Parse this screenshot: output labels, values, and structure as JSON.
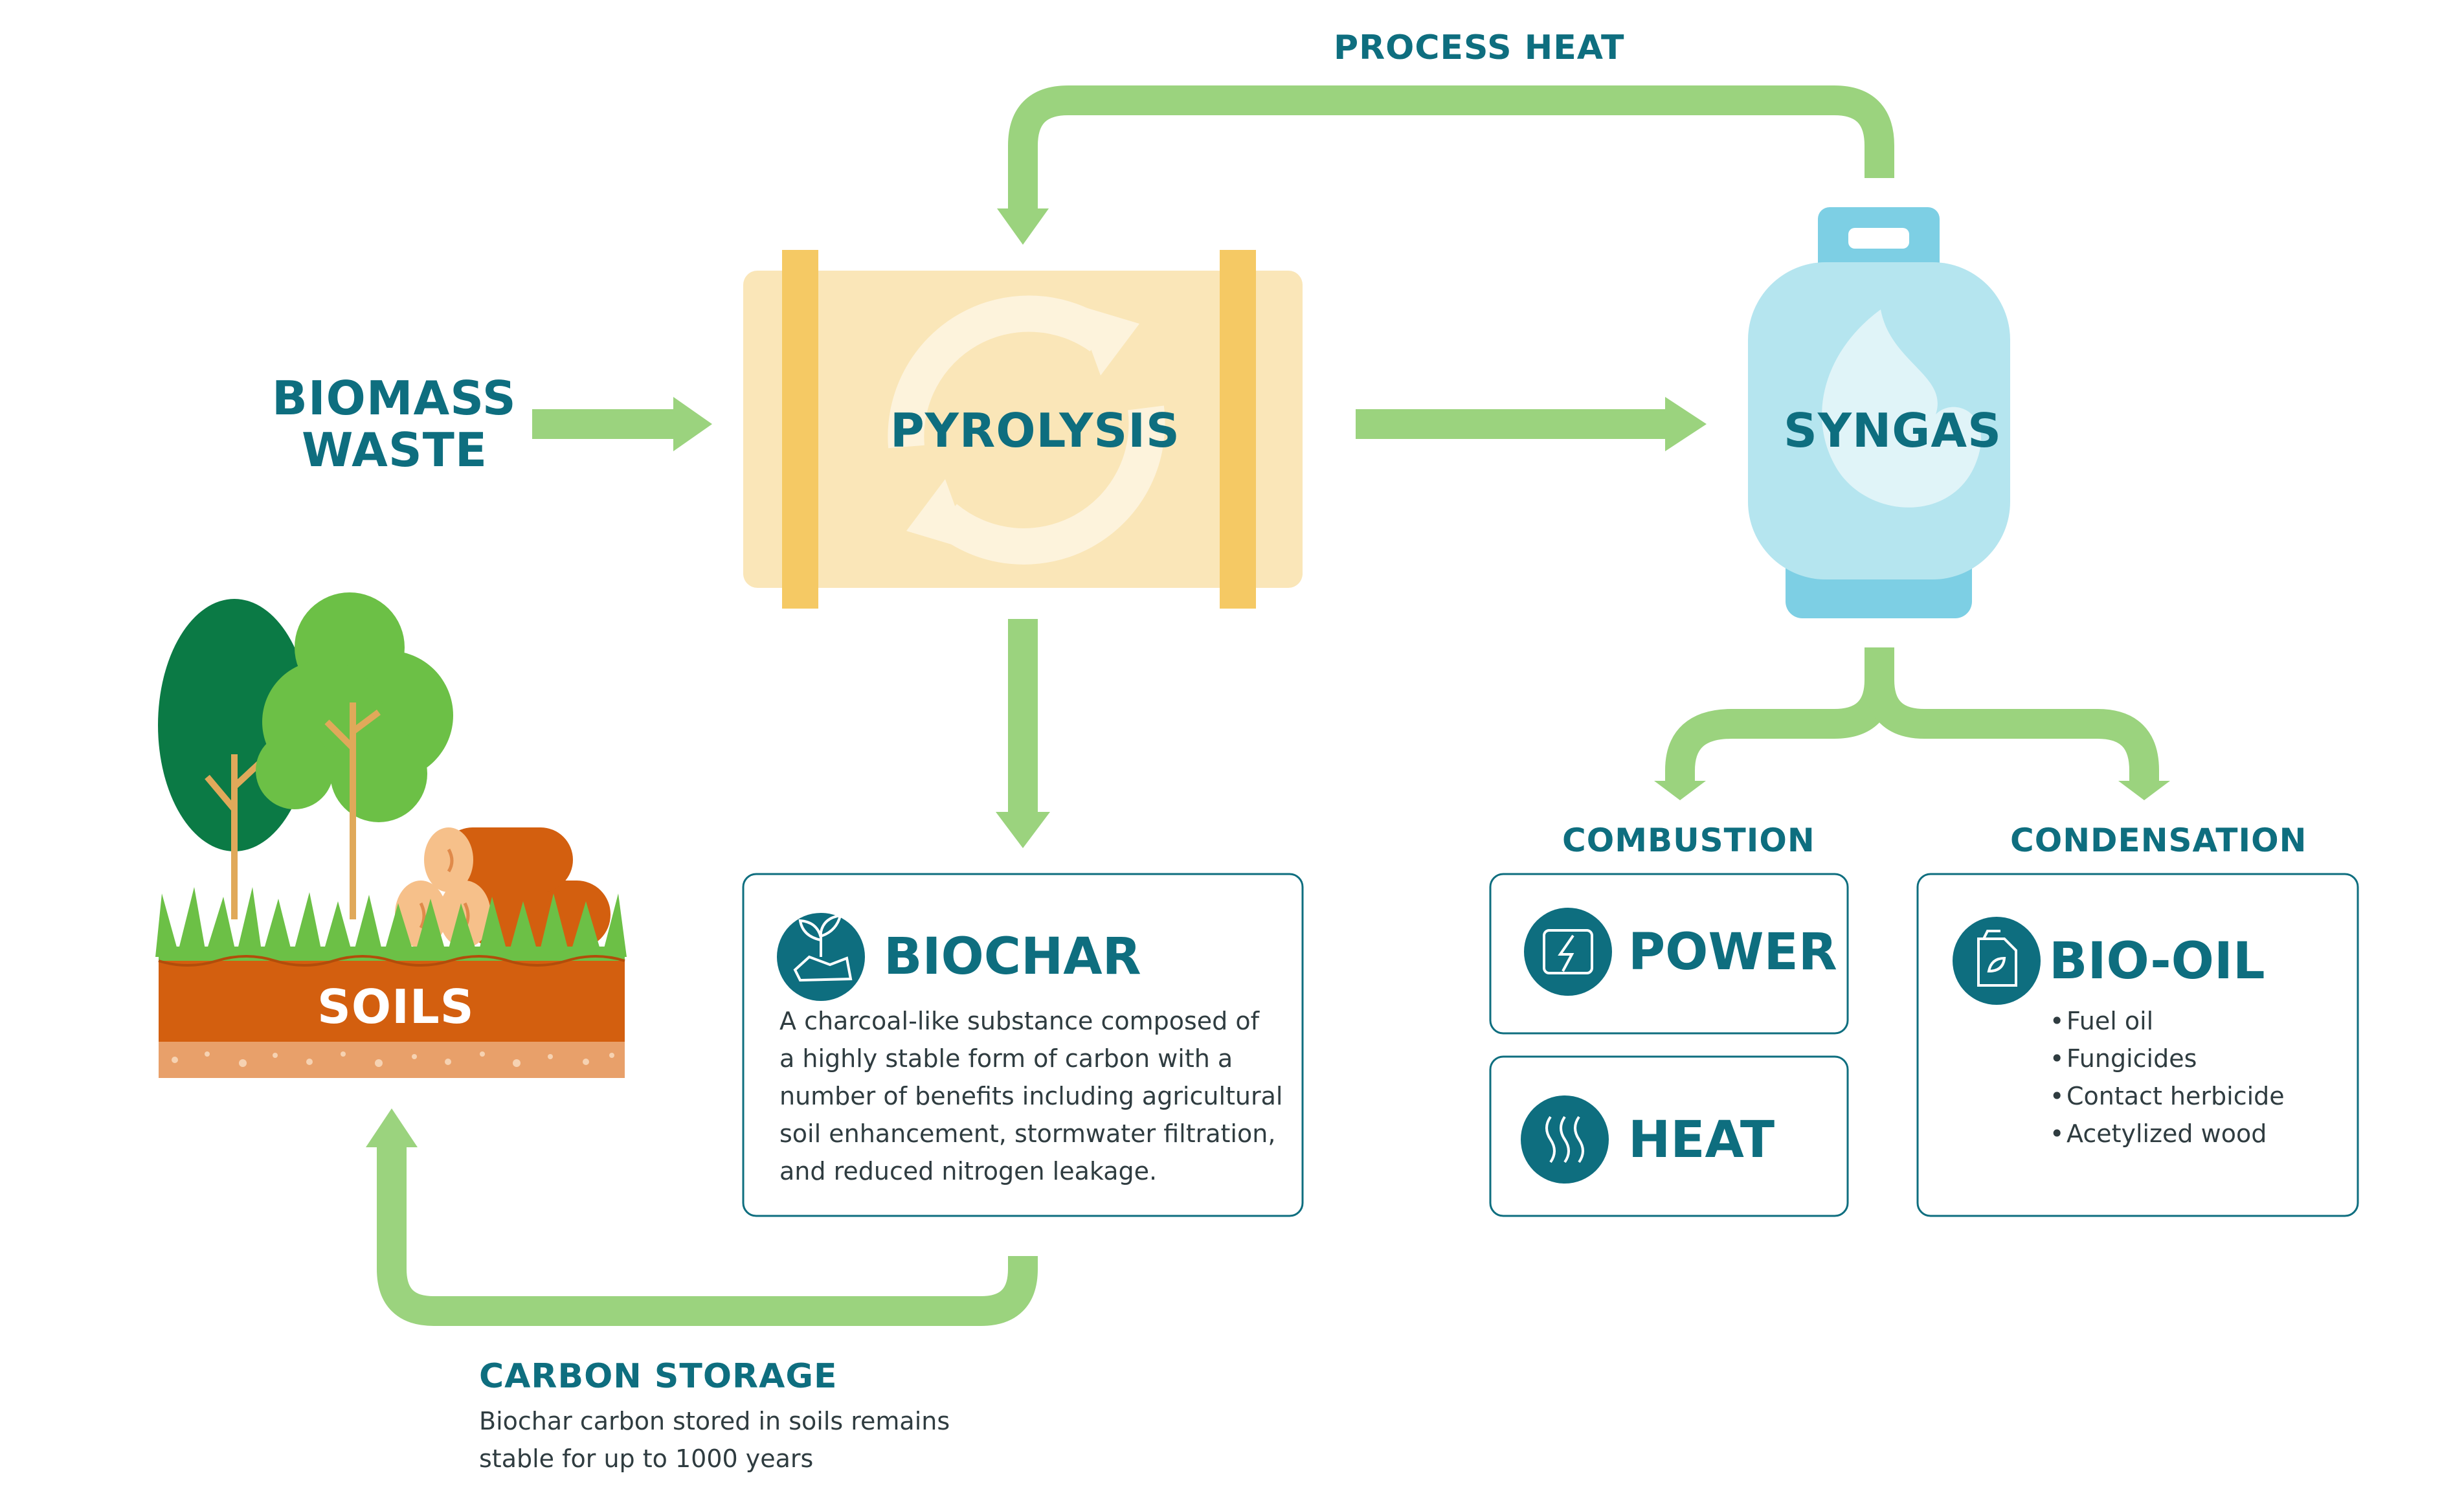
{
  "labels": {
    "process_heat": "PROCESS HEAT",
    "biomass_line1": "BIOMASS",
    "biomass_line2": "WASTE",
    "pyrolysis": "PYROLYSIS",
    "syngas": "SYNGAS",
    "soils": "SOILS",
    "combustion": "COMBUSTION",
    "condensation": "CONDENSATION",
    "carbon_storage": "CARBON STORAGE",
    "carbon_storage_desc_line1": "Biochar carbon stored in soils remains",
    "carbon_storage_desc_line2": "stable for up to 1000 years"
  },
  "biochar": {
    "title": "BIOCHAR",
    "lines": [
      "A charcoal-like substance composed of",
      "a highly stable form of carbon with a",
      "number of benefits including agricultural",
      "soil enhancement, stormwater filtration,",
      "and reduced nitrogen leakage."
    ]
  },
  "power": {
    "title": "POWER"
  },
  "heat": {
    "title": "HEAT"
  },
  "biooil": {
    "title": "BIO-OIL",
    "items": [
      "Fuel oil",
      "Fungicides",
      "Contact herbicide",
      "Acetylized wood"
    ]
  },
  "colors": {
    "teal": "#0e6e7f",
    "arrow_green": "#9bd37e",
    "pyrolysis_fill": "#fae6b8",
    "pyrolysis_band": "#f5c964",
    "syngas_body": "#b5e5ef",
    "syngas_cap": "#7dcfe4",
    "soil_orange": "#d35f0f",
    "soil_sand": "#e8a06a",
    "grass": "#6cc046",
    "tree_dark": "#0b7a45",
    "tree_light": "#6cc046"
  },
  "icons": {
    "biochar": "biochar-icon",
    "power": "power-icon",
    "heat": "heat-icon",
    "biooil": "bio-oil-icon",
    "cycle": "cycle-icon",
    "flame": "flame-icon"
  }
}
